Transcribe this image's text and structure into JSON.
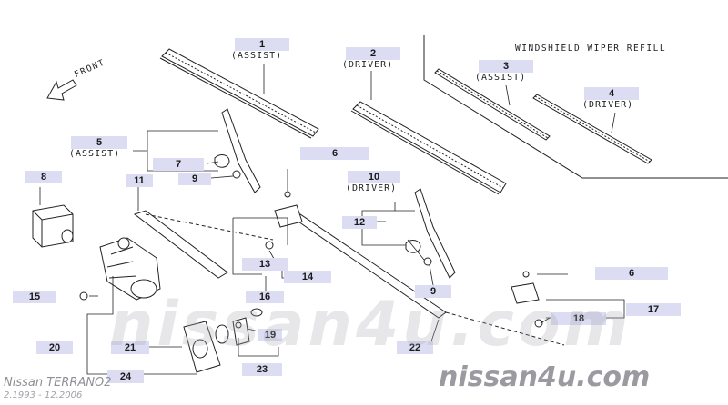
{
  "front_label": "FRONT",
  "refill_label": "WINDSHIELD WIPER REFILL",
  "callouts": [
    {
      "number": "1",
      "sub": "(ASSIST)"
    },
    {
      "number": "2",
      "sub": "(DRIVER)"
    },
    {
      "number": "3",
      "sub": "(ASSIST)"
    },
    {
      "number": "4",
      "sub": "(DRIVER)"
    },
    {
      "number": "5",
      "sub": "(ASSIST)"
    },
    {
      "number": "6"
    },
    {
      "number": "6"
    },
    {
      "number": "7"
    },
    {
      "number": "8"
    },
    {
      "number": "9"
    },
    {
      "number": "9"
    },
    {
      "number": "10",
      "sub": "(DRIVER)"
    },
    {
      "number": "11"
    },
    {
      "number": "12"
    },
    {
      "number": "13"
    },
    {
      "number": "14"
    },
    {
      "number": "15"
    },
    {
      "number": "16"
    },
    {
      "number": "17"
    },
    {
      "number": "18"
    },
    {
      "number": "19"
    },
    {
      "number": "20"
    },
    {
      "number": "21"
    },
    {
      "number": "22"
    },
    {
      "number": "23"
    },
    {
      "number": "24"
    }
  ],
  "watermark": {
    "main": "nissan4u.com",
    "model": "Nissan TERRANO2",
    "years": "2.1993 - 12.2006"
  }
}
